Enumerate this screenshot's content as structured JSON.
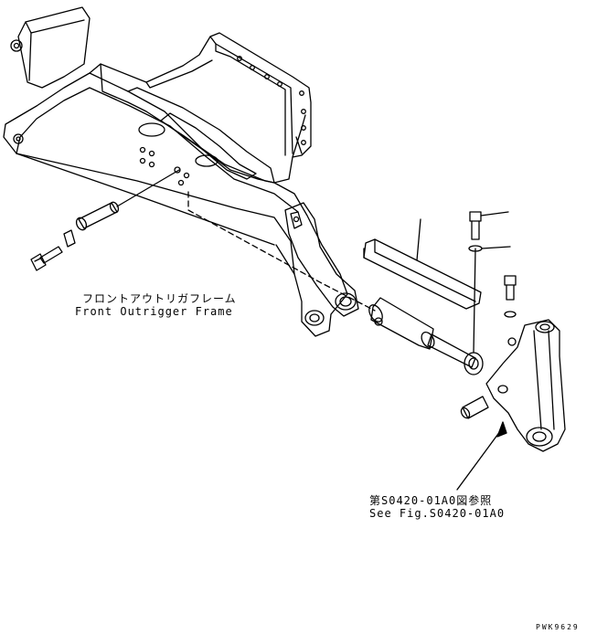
{
  "labels": {
    "frame_jp": "フロントアウトリガフレーム",
    "frame_en": "Front Outrigger Frame",
    "reference_jp": "第S0420-01A0図参照",
    "reference_en": "See Fig.S0420-01A0",
    "drawing_code": "PWK9629"
  },
  "colors": {
    "line": "#000000",
    "background": "#ffffff"
  }
}
